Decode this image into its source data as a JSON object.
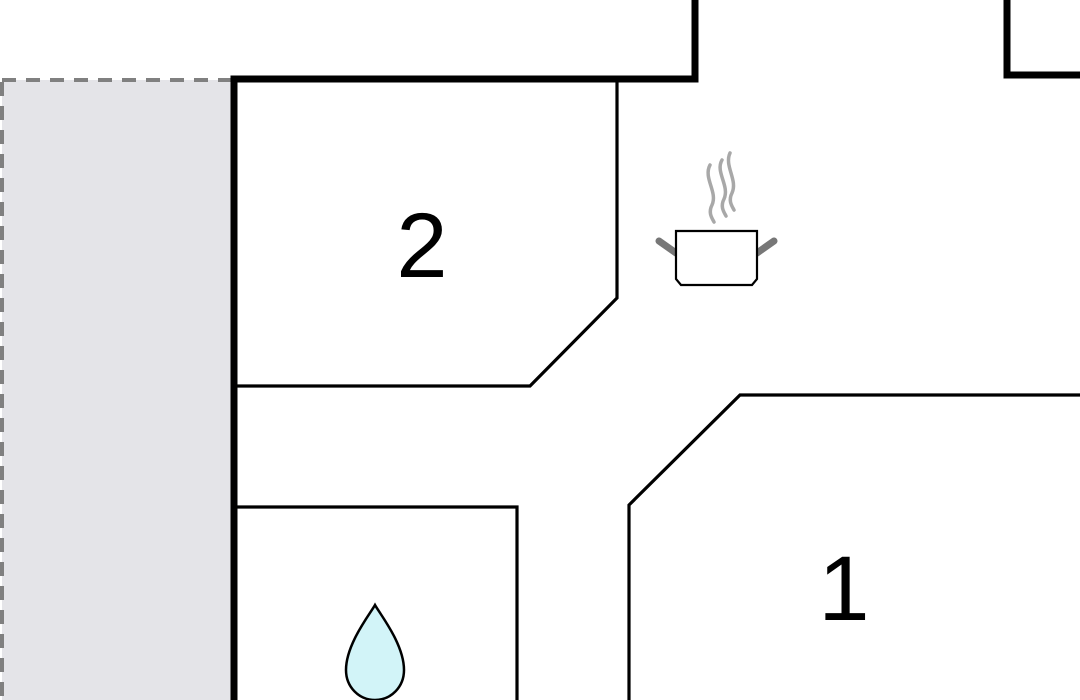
{
  "floor_plan": {
    "rooms": [
      {
        "id": "bedroom-2",
        "label": "2"
      },
      {
        "id": "bedroom-1",
        "label": "1"
      }
    ],
    "icons": {
      "kitchen": "cooking-pot-icon",
      "bathroom": "water-drop-icon"
    },
    "colors": {
      "terrace_fill": "#e4e4e8",
      "terrace_border": "#808080",
      "walls": "#000000",
      "water_drop": "#d2f4f8",
      "steam": "#a8a8a8",
      "pot_handles": "#777777"
    }
  }
}
